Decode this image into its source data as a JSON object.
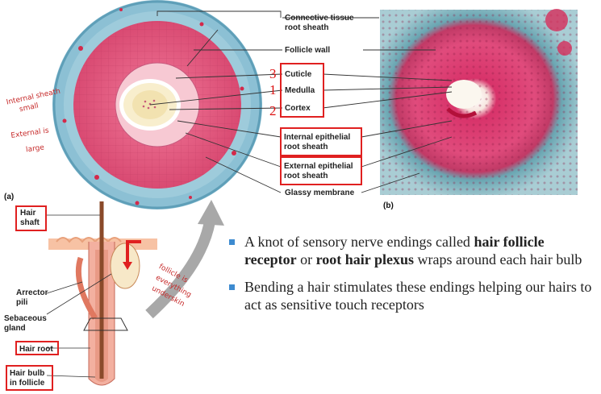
{
  "figure_a": {
    "panel_label": "(a)",
    "labels": {
      "connective_tissue": [
        "Connective tissue",
        "root sheath"
      ],
      "follicle_wall": "Follicle wall",
      "cuticle": "Cuticle",
      "medulla": "Medulla",
      "cortex": "Cortex",
      "internal_sheath": [
        "Internal epithelial",
        "root sheath"
      ],
      "external_sheath": [
        "External epithelial",
        "root sheath"
      ],
      "glassy_membrane": "Glassy membrane"
    },
    "order_numbers": {
      "cuticle": "3",
      "medulla": "1",
      "cortex": "2"
    }
  },
  "figure_b": {
    "panel_label": "(b)"
  },
  "hair_diagram": {
    "labels": {
      "hair_shaft": [
        "Hair",
        "shaft"
      ],
      "arrector_pili": [
        "Arrector",
        "pili"
      ],
      "sebaceous_gland": [
        "Sebaceous",
        "gland"
      ],
      "hair_root": "Hair root",
      "hair_bulb": [
        "Hair bulb",
        "in follicle"
      ]
    }
  },
  "handwritten_notes": {
    "internal": [
      "Internal sheath",
      "small"
    ],
    "external": [
      "External is",
      "large"
    ],
    "follicle": [
      "follicle is",
      "everything",
      "underskin"
    ]
  },
  "bullets": [
    {
      "pre": "A knot of sensory nerve endings called ",
      "b1": "hair follicle receptor",
      "mid": " or ",
      "b2": "root hair plexus",
      "post": " wraps around each hair bulb"
    },
    {
      "pre": "Bending a hair stimulates these endings helping our hairs to act as sensitive touch receptors",
      "b1": "",
      "mid": "",
      "b2": "",
      "post": ""
    }
  ],
  "colors": {
    "accent_red": "#e02020",
    "bullet_blue": "#3d8bd0",
    "tissue_pink": "#e0557a",
    "sheath_teal": "#7fb6cc"
  }
}
